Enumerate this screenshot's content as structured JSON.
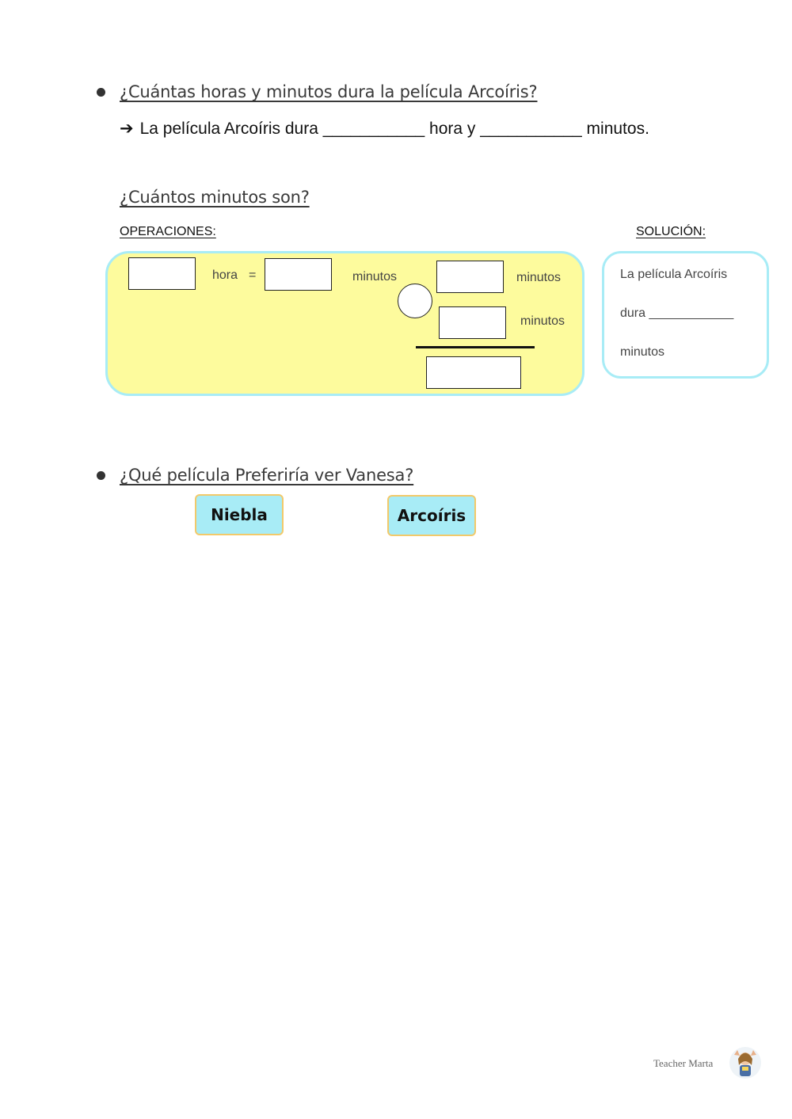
{
  "q1": {
    "question": "¿Cuántas horas y minutos dura la película Arcoíris?",
    "answer_arrow": "➔",
    "answer_text": "La película Arcoíris dura ___________ hora y ___________ minutos."
  },
  "q2": {
    "question": "¿Cuántos minutos son?",
    "operations_label": "OPERACIONES:",
    "solution_label": "SOLUCIÓN:",
    "ops": {
      "hora": "hora",
      "equals": "=",
      "minutos_1": "minutos",
      "minutos_2": "minutos",
      "minutos_3": "minutos"
    },
    "solution_lines": [
      "La película Arcoíris",
      "dura ____________",
      "minutos"
    ]
  },
  "q3": {
    "question": "¿Qué película Preferiría ver Vanesa?",
    "options": [
      "Niebla",
      "Arcoíris"
    ]
  },
  "footer": {
    "credit": "Teacher Marta"
  },
  "colors": {
    "panel_yellow": "#fdfb9d",
    "panel_border": "#a8ecf6",
    "choice_bg": "#a8ecf6",
    "choice_border": "#f2c96a"
  }
}
